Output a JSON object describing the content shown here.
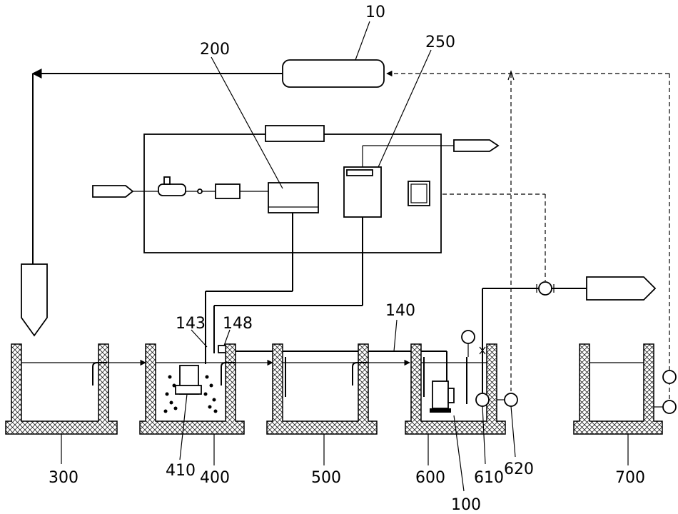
{
  "diagram": {
    "labels": {
      "l10": "10",
      "l200": "200",
      "l250": "250",
      "l140": "140",
      "l143": "143",
      "l148": "148",
      "l300": "300",
      "l400": "400",
      "l410": "410",
      "l500": "500",
      "l600": "600",
      "l610": "610",
      "l620": "620",
      "l100": "100",
      "l700": "700"
    }
  }
}
